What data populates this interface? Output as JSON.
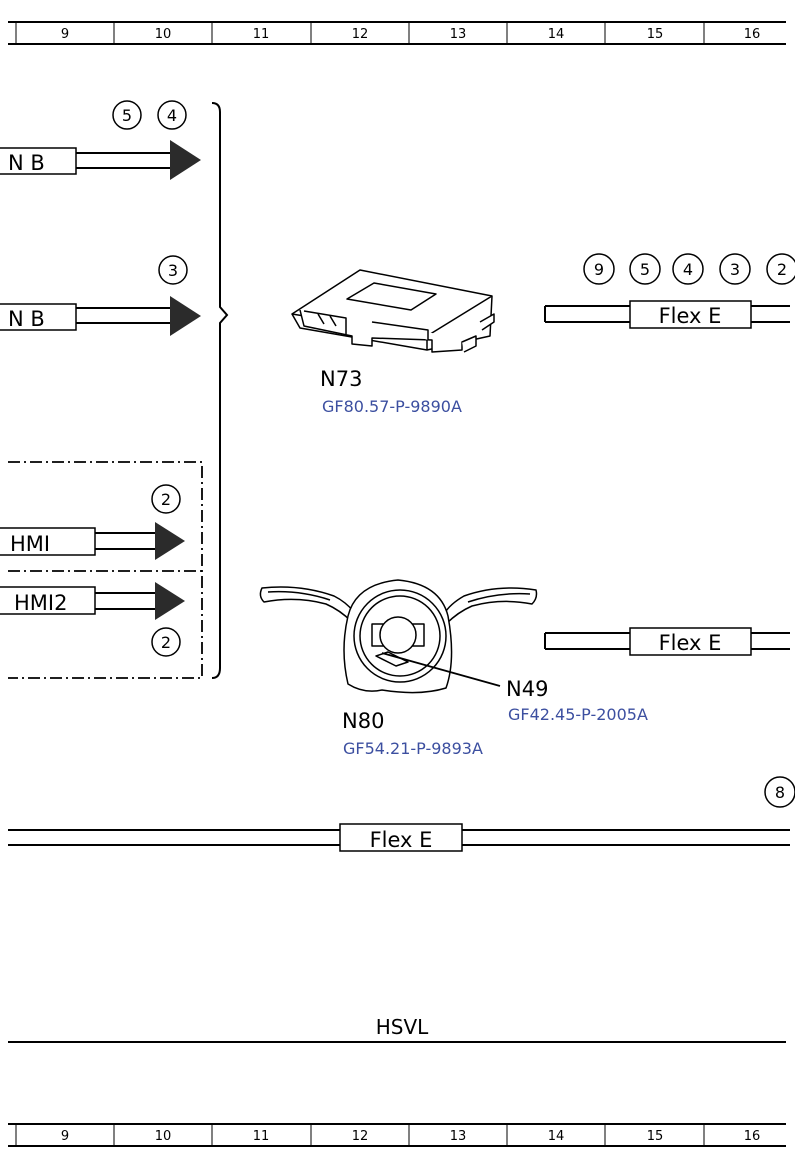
{
  "grid": {
    "columns_top": [
      "9",
      "10",
      "11",
      "12",
      "13",
      "14",
      "15",
      "16"
    ],
    "columns_bottom": [
      "9",
      "10",
      "11",
      "12",
      "13",
      "14",
      "15",
      "16"
    ]
  },
  "left_buses": {
    "can_b_upper": {
      "label": "N B",
      "markers": [
        "5",
        "4"
      ]
    },
    "can_b_lower": {
      "label": "N B",
      "markers": [
        "3"
      ]
    },
    "can_hmi": {
      "label": "HMI",
      "markers": [
        "2"
      ]
    },
    "can_hmi2": {
      "label": "HMI2",
      "markers": [
        "2"
      ]
    }
  },
  "components": {
    "n73": {
      "id": "N73",
      "ref": "GF80.57-P-9890A"
    },
    "n80": {
      "id": "N80",
      "ref": "GF54.21-P-9893A"
    },
    "n49": {
      "id": "N49",
      "ref": "GF42.45-P-2005A"
    }
  },
  "right_buses": {
    "flex_upper": {
      "label": "Flex E",
      "markers": [
        "9",
        "5",
        "4",
        "3",
        "2"
      ]
    },
    "flex_middle": {
      "label": "Flex E"
    }
  },
  "bottom_bus": {
    "label": "Flex E",
    "markers": [
      "8"
    ]
  },
  "hsvl": {
    "label": "HSVL"
  },
  "colors": {
    "line": "#000000",
    "reference": "#3c4fa0",
    "background": "#ffffff"
  }
}
